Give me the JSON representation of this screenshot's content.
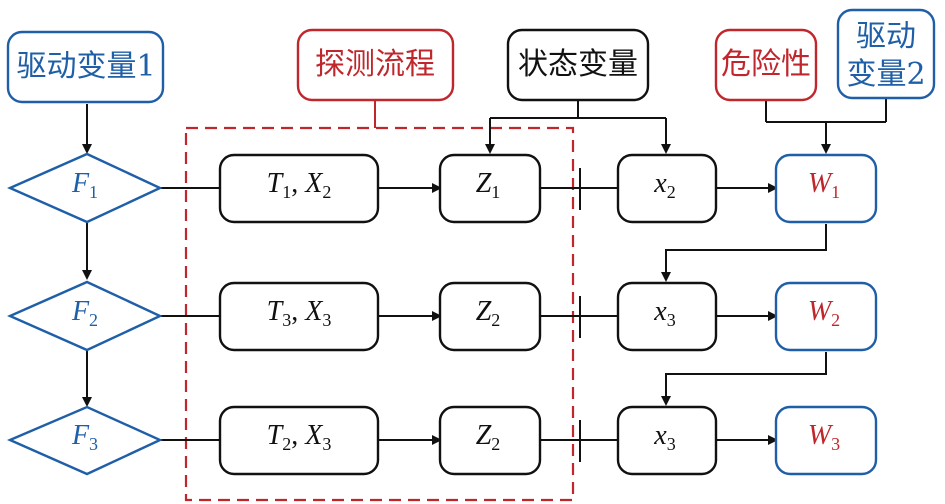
{
  "nodes": {
    "drive1": {
      "label": "驱动变量1",
      "color": "#1f5fa8"
    },
    "probe": {
      "label": "探测流程",
      "color": "#c0272d"
    },
    "state": {
      "label": "状态变量",
      "color": "#111111"
    },
    "danger": {
      "label": "危险性",
      "color": "#c0272d"
    },
    "drive2": {
      "line1": "驱动",
      "line2": "变量2",
      "color": "#1f5fa8"
    },
    "F1": {
      "base": "F",
      "sub": "1"
    },
    "F2": {
      "base": "F",
      "sub": "2"
    },
    "F3": {
      "base": "F",
      "sub": "3"
    },
    "T1X2": {
      "b1": "T",
      "s1": "1",
      "sep": ", ",
      "b2": "X",
      "s2": "2"
    },
    "T3X3": {
      "b1": "T",
      "s1": "3",
      "sep": ", ",
      "b2": "X",
      "s2": "3"
    },
    "T2X3": {
      "b1": "T",
      "s1": "2",
      "sep": ", ",
      "b2": "X",
      "s2": "3"
    },
    "Z1": {
      "base": "Z",
      "sub": "1"
    },
    "Z2a": {
      "base": "Z",
      "sub": "2"
    },
    "Z2b": {
      "base": "Z",
      "sub": "2"
    },
    "x2": {
      "base": "x",
      "sub": "2"
    },
    "x3a": {
      "base": "x",
      "sub": "3"
    },
    "x3b": {
      "base": "x",
      "sub": "3"
    },
    "W1": {
      "base": "W",
      "sub": "1",
      "color": "#c0272d"
    },
    "W2": {
      "base": "W",
      "sub": "2",
      "color": "#c0272d"
    },
    "W3": {
      "base": "W",
      "sub": "3",
      "color": "#c0272d"
    }
  }
}
